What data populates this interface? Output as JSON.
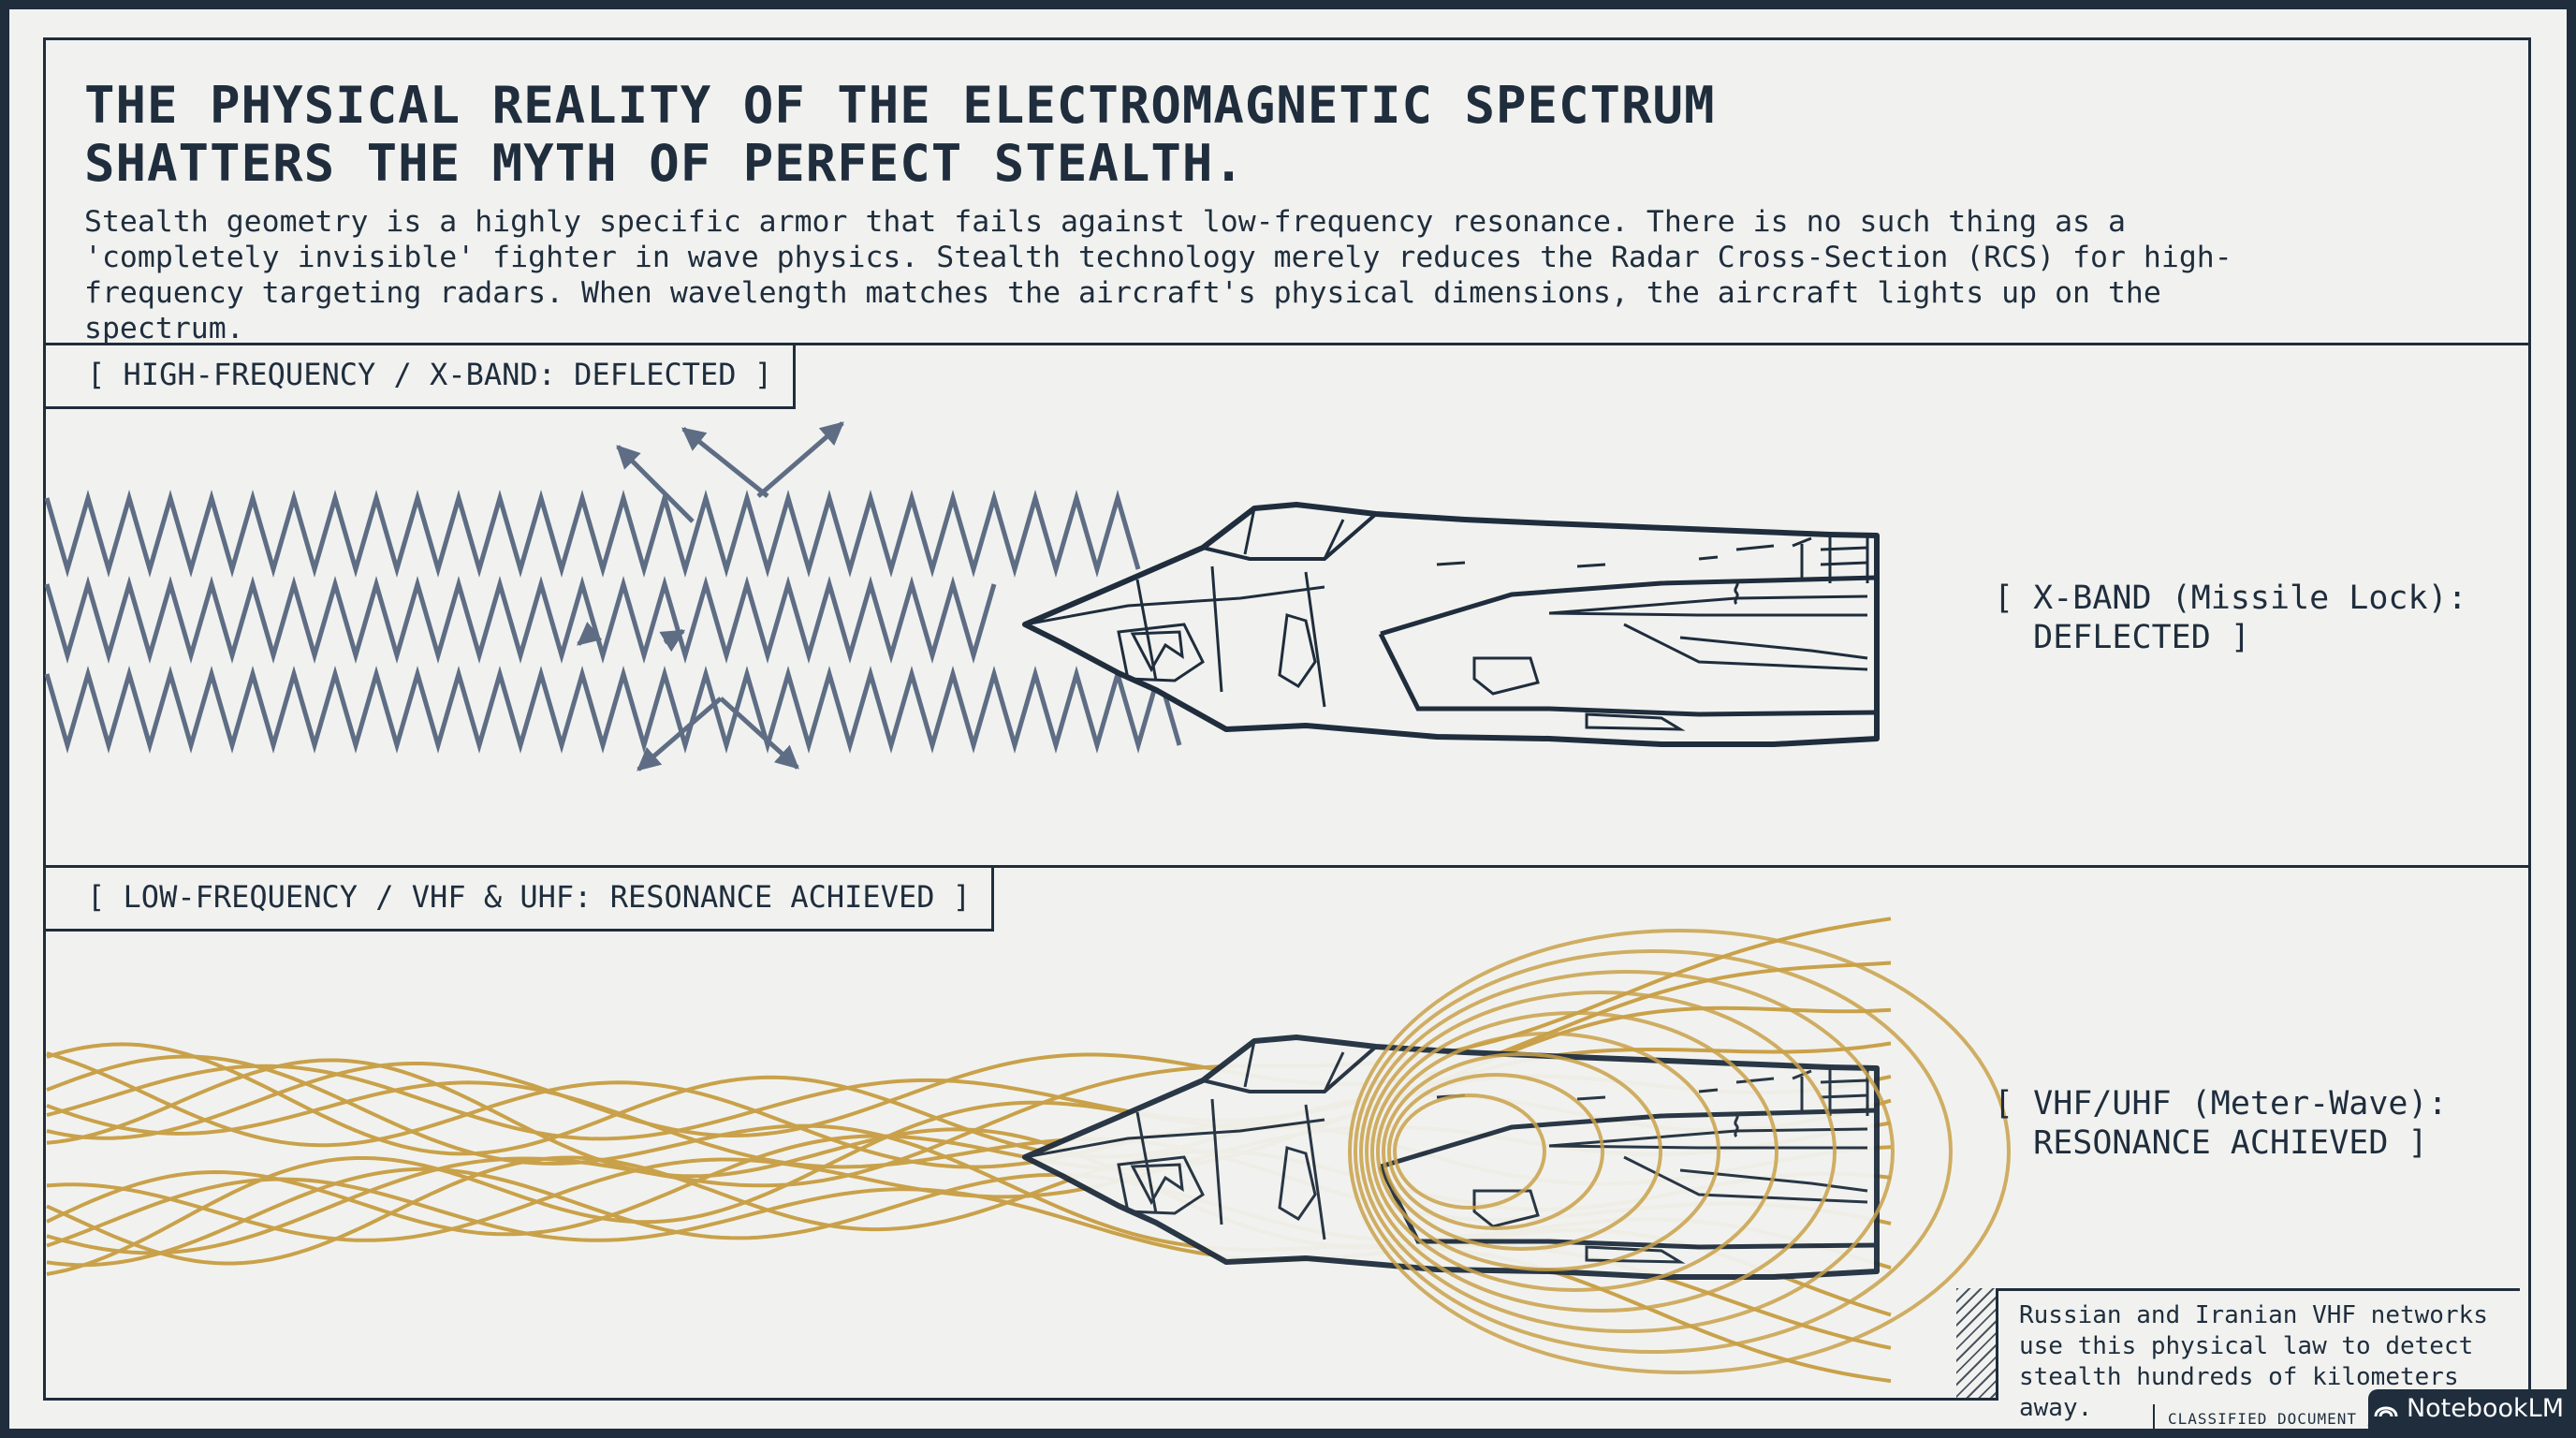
{
  "header": {
    "title_line1": "THE PHYSICAL REALITY OF THE ELECTROMAGNETIC SPECTRUM",
    "title_line2": "SHATTERS THE MYTH OF PERFECT STEALTH.",
    "intro": "Stealth geometry is a highly specific armor that fails against low-frequency resonance. There is no such thing as a 'completely invisible' fighter in wave physics. Stealth technology merely reduces the Radar Cross-Section (RCS) for high-frequency targeting radars. When wavelength matches the aircraft's physical dimensions, the aircraft lights up on the spectrum."
  },
  "panels": [
    {
      "tag": "[ HIGH-FREQUENCY / X-BAND: DEFLECTED ]",
      "side_label_line1": "[ X-BAND (Missile Lock):",
      "side_label_line2": "  DEFLECTED ]",
      "wave_color": "#5e6d84"
    },
    {
      "tag": "[ LOW-FREQUENCY / VHF & UHF: RESONANCE ACHIEVED ]",
      "side_label_line1": "[ VHF/UHF (Meter-Wave):",
      "side_label_line2": "  RESONANCE ACHIEVED ]",
      "wave_color": "#c9a14a"
    }
  ],
  "note": "Russian and Iranian VHF networks use this physical law to detect stealth hundreds of kilometers away.",
  "footer": {
    "label": "CLASSIFIED DOCUMENT //",
    "brand": "NotebookLM",
    "brand_icon": "notebooklm-logo-icon"
  },
  "colors": {
    "ink": "#1f2d3d",
    "paper": "#f1f2ef",
    "xband": "#5e6d84",
    "vhf": "#c9a14a"
  }
}
